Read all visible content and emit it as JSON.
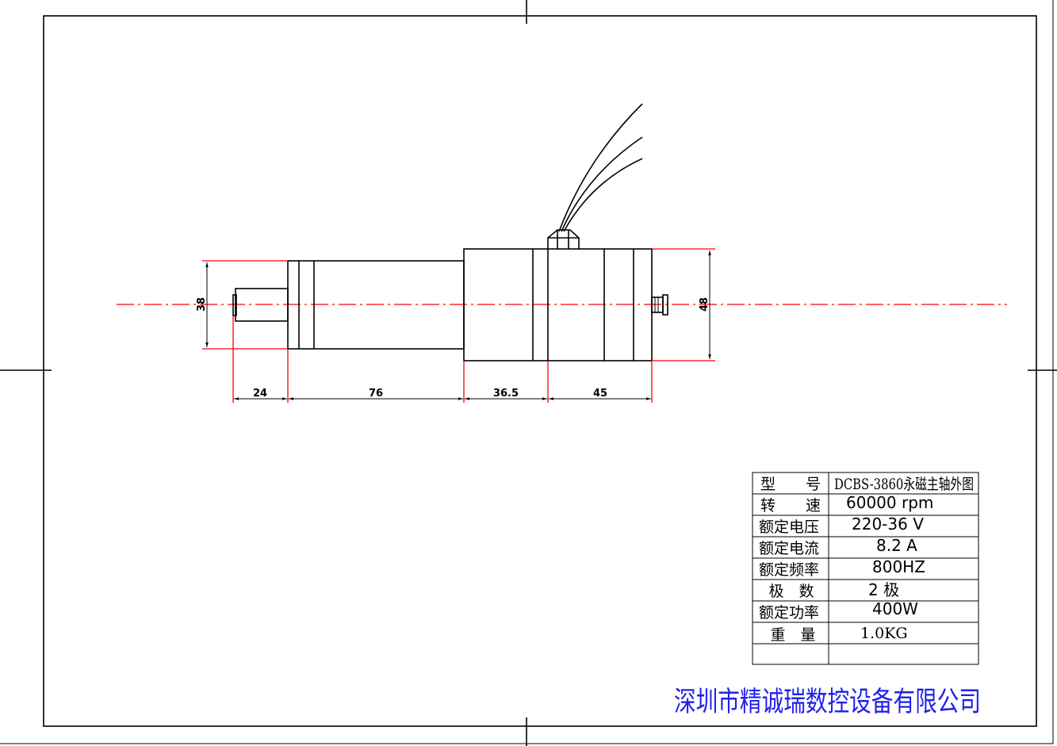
{
  "drawing": {
    "dimensions": {
      "shaft_length": "24",
      "body_front_length": "76",
      "body_mid_length": "36.5",
      "body_rear_length": "45",
      "front_diameter": "38",
      "rear_diameter": "48"
    },
    "spec_table": [
      {
        "label": "型　　号",
        "value": "DCBS-3860永磁主轴外图"
      },
      {
        "label": "转　　速",
        "value": "60000 rpm"
      },
      {
        "label": "额定电压",
        "value": "220-36 V"
      },
      {
        "label": "额定电流",
        "value": "8.2 A"
      },
      {
        "label": "额定频率",
        "value": "800HZ"
      },
      {
        "label": "极　数",
        "value": "2 极"
      },
      {
        "label": "额定功率",
        "value": "400W"
      },
      {
        "label": "重　量",
        "value": "1.0KG"
      }
    ],
    "company": "深圳市精诚瑞数控设备有限公司",
    "colors": {
      "dimension": "#ff0000",
      "company": "#2020ee"
    }
  }
}
